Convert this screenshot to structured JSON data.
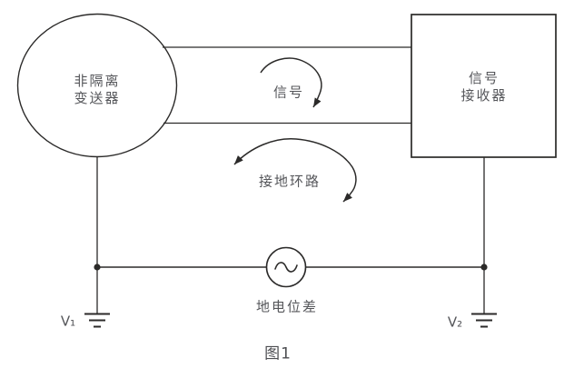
{
  "diagram": {
    "caption": "图1",
    "nodes": {
      "transmitter": {
        "label_line1": "非隔离",
        "label_line2": "变送器"
      },
      "receiver": {
        "label_line1": "信号",
        "label_line2": "接收器"
      }
    },
    "labels": {
      "signal": "信号",
      "ground_loop": "接地环路",
      "ground_potential_difference": "地电位差",
      "v1": "V₁",
      "v2": "V₂",
      "ac_source_symbol": "~"
    },
    "colors": {
      "line": "#2b2a29",
      "text": "#55565a",
      "background": "#ffffff"
    }
  }
}
